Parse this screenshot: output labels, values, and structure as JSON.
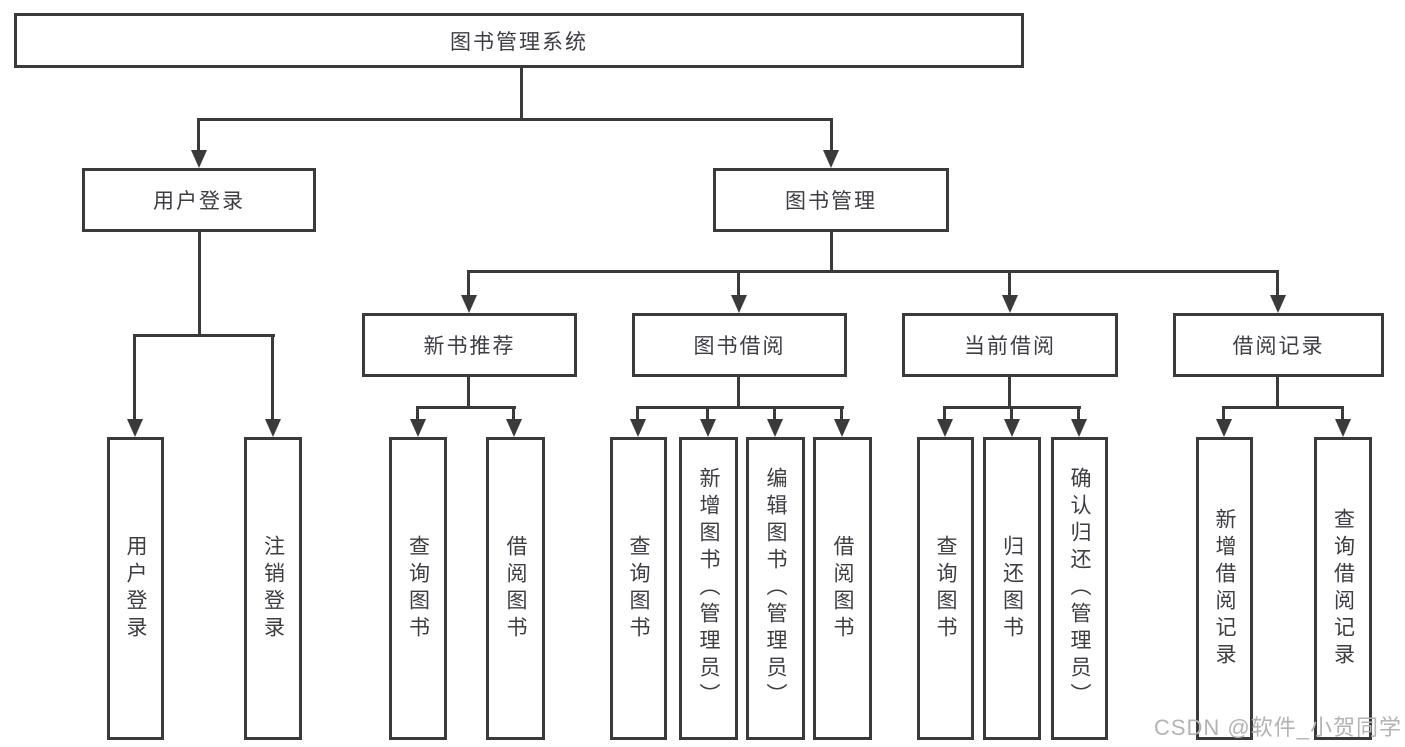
{
  "diagram": {
    "root": {
      "label": "图书管理系统"
    },
    "branches": [
      {
        "label": "用户登录",
        "children": [
          {
            "label": "用户登录"
          },
          {
            "label": "注销登录"
          }
        ]
      },
      {
        "label": "图书管理",
        "children": [
          {
            "label": "新书推荐",
            "children": [
              {
                "label": "查询图书"
              },
              {
                "label": "借阅图书"
              }
            ]
          },
          {
            "label": "图书借阅",
            "children": [
              {
                "label": "查询图书"
              },
              {
                "label": "新增图书（管理员）"
              },
              {
                "label": "编辑图书（管理员）"
              },
              {
                "label": "借阅图书"
              }
            ]
          },
          {
            "label": "当前借阅",
            "children": [
              {
                "label": "查询图书"
              },
              {
                "label": "归还图书"
              },
              {
                "label": "确认归还（管理员）"
              }
            ]
          },
          {
            "label": "借阅记录",
            "children": [
              {
                "label": "新增借阅记录"
              },
              {
                "label": "查询借阅记录"
              }
            ]
          }
        ]
      }
    ]
  },
  "watermark": {
    "text": "CSDN @软件_小贺同学"
  },
  "colors": {
    "line": "#3a3a3a",
    "text": "#3d3d44",
    "watermark": "#b3b3b3",
    "background": "#ffffff"
  }
}
